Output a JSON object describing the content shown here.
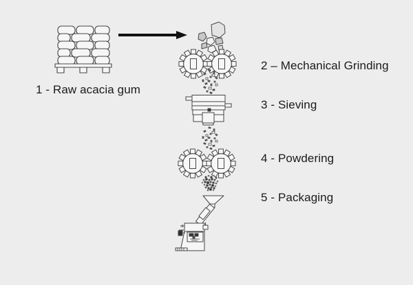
{
  "diagram": {
    "background_color": "#ededed",
    "line_color": "#454545",
    "text_color": "#1b1b1b",
    "fragment_fill_color": "#c8c8c8",
    "connector": {
      "icon": "flow-arrow-icon",
      "direction": "right"
    },
    "steps": [
      {
        "label": "1 - Raw acacia gum",
        "icon": "sack-stack-icon"
      },
      {
        "label": "2 – Mechanical Grinding",
        "icon": "grinding-mills-icon"
      },
      {
        "label": "3 - Sieving",
        "icon": "sieving-machine-icon"
      },
      {
        "label": "4 - Powdering",
        "icon": "powdering-mills-icon"
      },
      {
        "label": "5 - Packaging",
        "icon": "packaging-machine-icon"
      }
    ]
  }
}
